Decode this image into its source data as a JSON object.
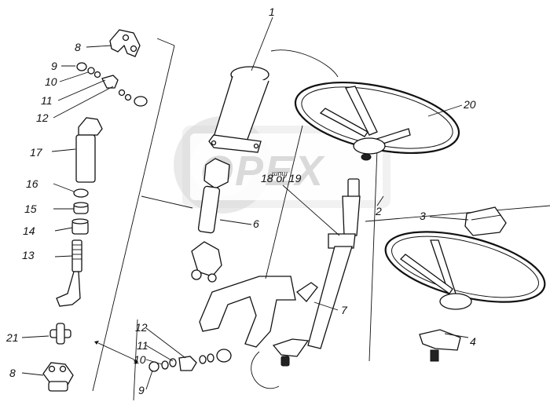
{
  "callouts": {
    "c1": "1",
    "c2": "2",
    "c3": "3",
    "c4": "4",
    "c6": "6",
    "c7": "7",
    "c8_top": "8",
    "c9_top": "9",
    "c10_top": "10",
    "c11_top": "11",
    "c12_top": "12",
    "c13": "13",
    "c14": "14",
    "c15": "15",
    "c16": "16",
    "c17": "17",
    "c18_19": "18 or 19",
    "c20": "20",
    "c21": "21",
    "c8_bottom": "8",
    "c9_bottom": "9",
    "c10_bottom": "10",
    "c11_bottom": "11",
    "c12_bottom": "12"
  },
  "annotation_small": "шпш",
  "watermark": "OPEX",
  "colors": {
    "ink": "#111111",
    "watermark": "#d7d7d7",
    "background": "#ffffff"
  }
}
